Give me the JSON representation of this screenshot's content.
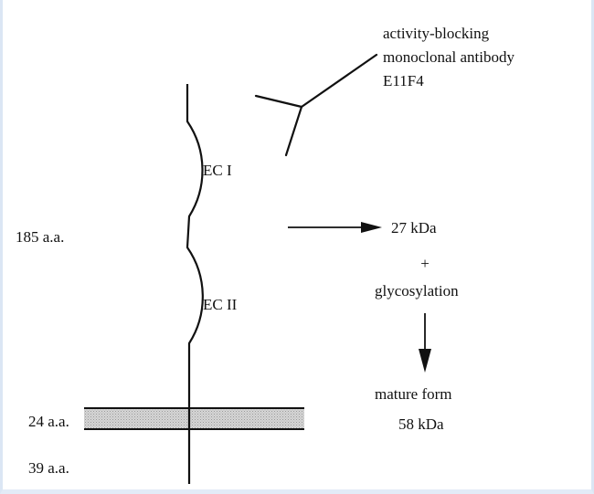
{
  "antibody": {
    "line1": "activity-blocking",
    "line2": "monoclonal antibody",
    "line3": "E11F4"
  },
  "domains": {
    "ec1": "EC I",
    "ec2": "EC II"
  },
  "segments": {
    "extracellular": "185 a.a.",
    "transmembrane": "24 a.a.",
    "cytoplasmic": "39 a.a."
  },
  "processing": {
    "product": "27 kDa",
    "plus": "+",
    "modification": "glycosylation",
    "result_line1": "mature form",
    "result_line2": "58 kDa"
  },
  "colors": {
    "stroke": "#111111",
    "membrane_fill": "#cfcfcf",
    "frame": "#dbe6f4"
  }
}
